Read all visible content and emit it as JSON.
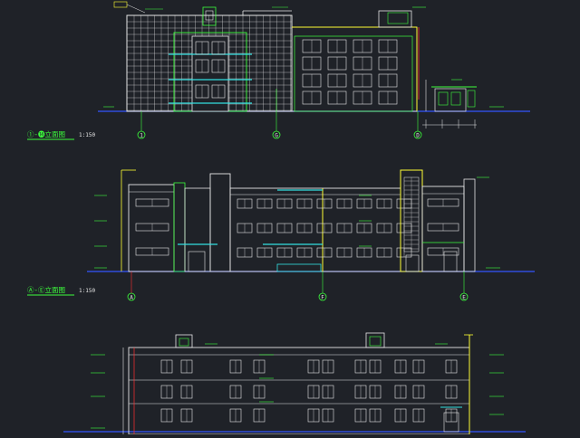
{
  "colors": {
    "background": "#1f2228",
    "line_white": "#e6e6e6",
    "line_green": "#3cff3c",
    "line_yellow": "#ffff33",
    "line_cyan": "#33e0e0",
    "line_blue": "#3355ff",
    "line_red": "#ff3030",
    "line_magenta": "#ff33ff"
  },
  "elevations": [
    {
      "title": "①-⓮立面图",
      "scale": "1:150",
      "axis_labels": [
        "1",
        "G",
        "D"
      ]
    },
    {
      "title": "Ⓐ-Ⓔ立面图",
      "scale": "1:150",
      "axis_labels": [
        "A",
        "F",
        "E"
      ]
    },
    {
      "title": "",
      "scale": "",
      "axis_labels": []
    }
  ]
}
